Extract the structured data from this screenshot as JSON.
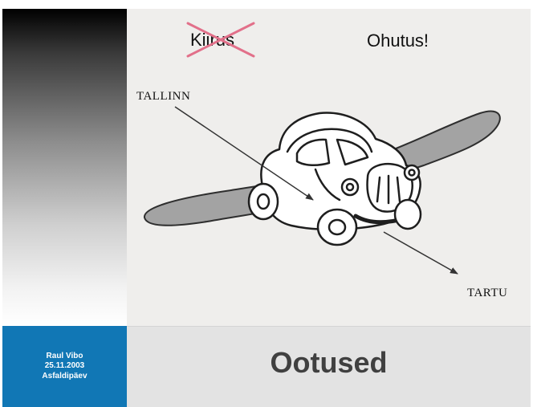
{
  "slide": {
    "strikethrough_word": "Kiirus",
    "heading": "Ohutus!",
    "city_start": "TALLINN",
    "city_end": "TARTU",
    "footer_title": "Ootused"
  },
  "author": {
    "name": "Raul Vibo",
    "date": "25.11.2003",
    "event": "Asfaldipäev"
  },
  "colors": {
    "info_box": "#1177b5",
    "strike_x": "#e2708a",
    "road": "#a3a3a3"
  },
  "icons": [
    "car-illustration",
    "road-shape",
    "cross-out-mark",
    "arrow"
  ]
}
